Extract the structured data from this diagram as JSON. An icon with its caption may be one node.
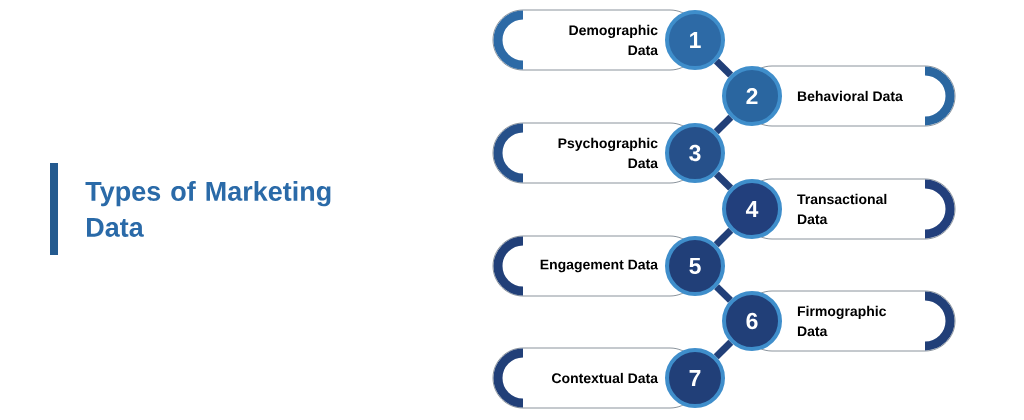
{
  "diagram": {
    "title": "Types of Marketing Data",
    "nodes": [
      {
        "text": [
          "Demographic Data"
        ]
      },
      {
        "text": [
          "1"
        ]
      },
      {
        "text": [
          "Behavioral Data"
        ]
      },
      {
        "text": [
          "2"
        ]
      },
      {
        "text": [
          "Psychographic Data"
        ]
      },
      {
        "text": [
          "3"
        ]
      },
      {
        "text": [
          "Transactional Data"
        ]
      },
      {
        "text": [
          "4"
        ]
      },
      {
        "text": [
          "Engagement Data"
        ]
      },
      {
        "text": [
          "5"
        ]
      },
      {
        "text": [
          "Firmographic Data"
        ]
      },
      {
        "text": [
          "6"
        ]
      },
      {
        "text": [
          "Contextual Data"
        ]
      },
      {
        "text": [
          "7"
        ]
      }
    ],
    "edges": [
      {
        "from": 1,
        "to": 3,
        "arrow": "none"
      },
      {
        "from": 3,
        "to": 5,
        "arrow": "none"
      },
      {
        "from": 5,
        "to": 7,
        "arrow": "none"
      },
      {
        "from": 7,
        "to": 9,
        "arrow": "none"
      },
      {
        "from": 9,
        "to": 11,
        "arrow": "none"
      },
      {
        "from": 11,
        "to": 13,
        "arrow": "none"
      }
    ]
  }
}
